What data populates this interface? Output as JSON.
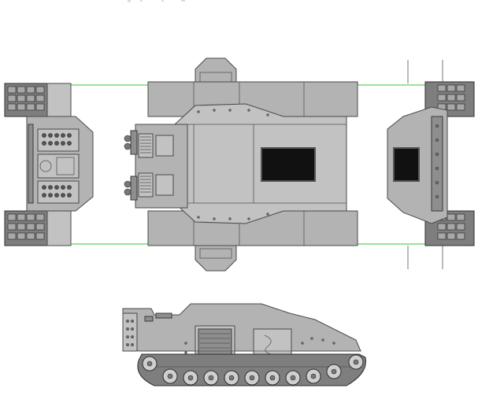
{
  "figure": {
    "title": "",
    "views": [
      "front-view",
      "top-view",
      "rear-view",
      "side-view"
    ],
    "colors": {
      "hull": "#b3b3b3",
      "hull_light": "#c2c2c2",
      "hull_dark": "#8e8e8e",
      "track": "#7e7e7e",
      "hatch": "#111111",
      "guide_line": "#35c335",
      "background": "#ffffff"
    },
    "icons": [
      "tank-hull-icon",
      "track-icon",
      "hatch-icon",
      "rivet-icon",
      "road-wheel-icon",
      "vent-grille-icon"
    ]
  }
}
